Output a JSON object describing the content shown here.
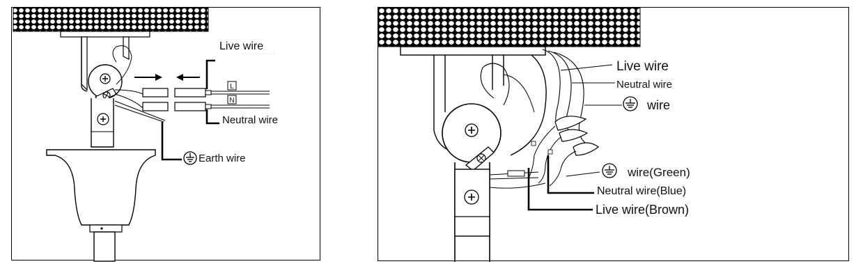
{
  "left_diagram": {
    "live_wire": "Live wire",
    "neutral_wire": "Neutral wire",
    "earth_wire": "Earth wire",
    "terminal_l": "L",
    "terminal_n": "N"
  },
  "right_diagram": {
    "live_wire": "Live wire",
    "neutral_wire": "Neutral wire",
    "earth_wire": "wire",
    "green_wire": "wire(Green)",
    "blue_wire": "Neutral wire(Blue)",
    "brown_wire": "Live wire(Brown)"
  },
  "icons": {
    "ground": "ground-symbol-icon",
    "screw": "cross-screw-icon",
    "arrow": "arrow-icon"
  }
}
